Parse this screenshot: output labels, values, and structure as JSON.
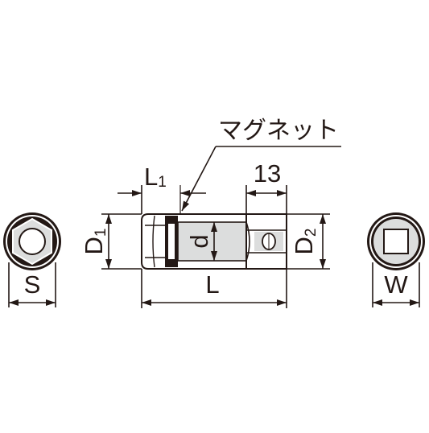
{
  "callout": {
    "text": "マグネット"
  },
  "labels": {
    "L1_main": "L",
    "L1_sub": "1",
    "dim_13": "13",
    "D1_main": "D",
    "D1_sub": "1",
    "d": "d",
    "D2_main": "D",
    "D2_sub": "2",
    "L": "L",
    "S": "S",
    "W": "W"
  },
  "colors": {
    "line": "#231815",
    "fill_light": "#dcdddd",
    "fill_dark": "#231815",
    "background": "#ffffff"
  }
}
